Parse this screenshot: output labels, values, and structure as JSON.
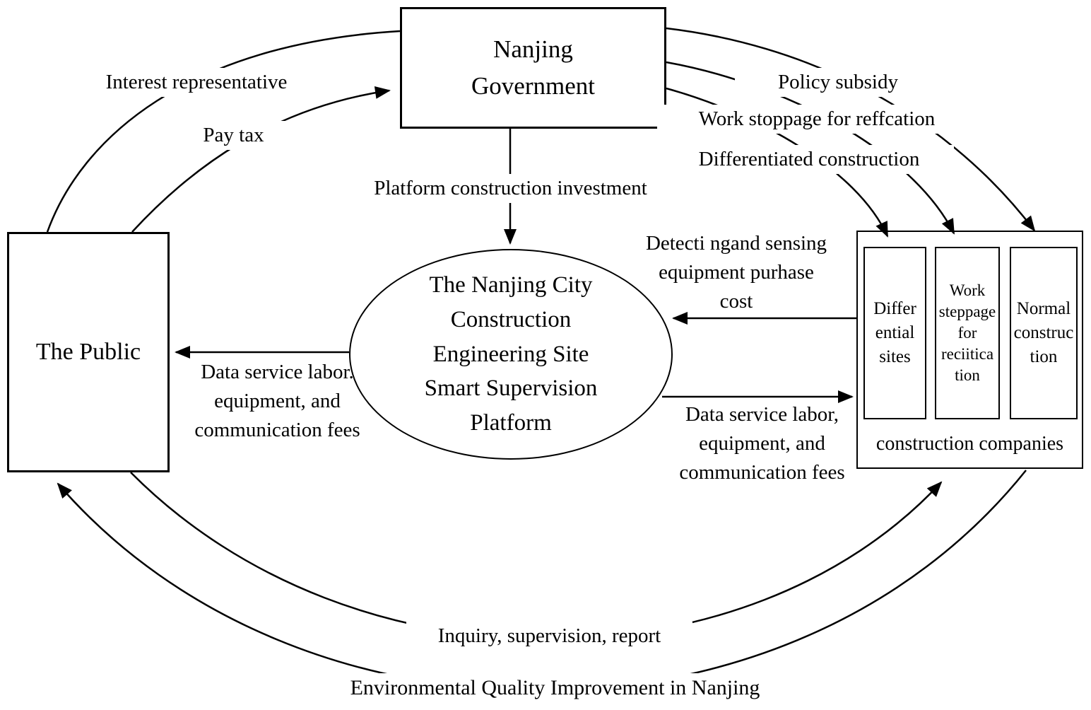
{
  "diagram": {
    "title": "Nanjing smart supervision platform stakeholder flow diagram",
    "colors": {
      "line": "#000000",
      "background": "#ffffff",
      "text": "#000000"
    },
    "nodes": {
      "government": "Nanjing\nGovernment",
      "public": "The Public",
      "platform": "The Nanjing City\nConstruction\nEngineering Site\nSmart Supervision\nPlatform",
      "companies_label": "construction companies",
      "site_differential": "Differ\nential\nsites",
      "site_work_stoppage": "Work\nsteppage\nfor\nreciitica\ntion",
      "site_normal": "Normal\nconstruc\ntion"
    },
    "edges": {
      "interest_representative": "Interest representative",
      "pay_tax": "Pay tax",
      "policy_subsidy": "Policy subsidy",
      "work_stoppage": "Work stoppage for reffcation",
      "differentiated_construction": "Differentiated construction",
      "platform_investment": "Platform construction investment",
      "detecting_cost": "Detecti ngand sensing\nequipment purhase\ncost",
      "data_service_to_public": "Data service labor.\nequipment, and\ncommunication fees",
      "data_service_to_companies": "Data service labor,\nequipment, and\ncommunication fees",
      "inquiry": "Inquiry, supervision, report",
      "environmental": "Environmental Quality Improvement in Nanjing"
    }
  }
}
